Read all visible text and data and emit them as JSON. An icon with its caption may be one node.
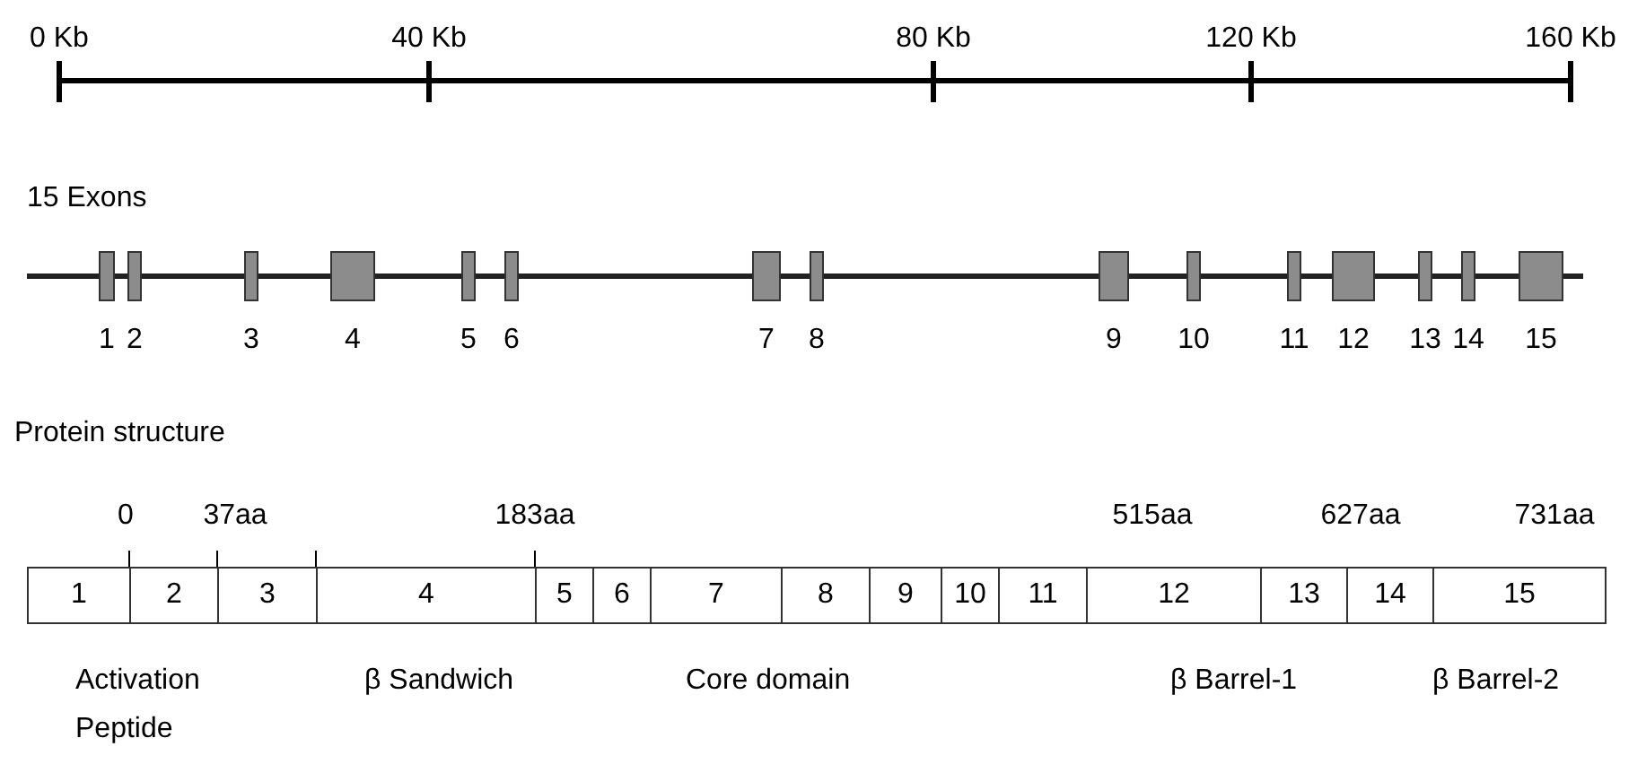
{
  "diagram": {
    "nodes": [
      {
        "text": [],
        "shape": "box",
        "beside": [
          "1"
        ]
      },
      {
        "text": [],
        "shape": "box",
        "beside": [
          "2"
        ]
      },
      {
        "text": [],
        "shape": "box",
        "beside": [
          "3"
        ]
      },
      {
        "text": [],
        "shape": "box",
        "beside": [
          "4"
        ]
      },
      {
        "text": [],
        "shape": "box",
        "beside": [
          "5"
        ]
      },
      {
        "text": [],
        "shape": "box",
        "beside": [
          "6"
        ]
      },
      {
        "text": [],
        "shape": "box",
        "beside": [
          "7"
        ]
      },
      {
        "text": [],
        "shape": "box",
        "beside": [
          "8"
        ]
      },
      {
        "text": [],
        "shape": "box",
        "beside": [
          "9"
        ]
      },
      {
        "text": [],
        "shape": "box",
        "beside": [
          "10"
        ]
      },
      {
        "text": [],
        "shape": "box",
        "beside": [
          "11"
        ]
      },
      {
        "text": [],
        "shape": "box",
        "beside": [
          "12"
        ]
      },
      {
        "text": [],
        "shape": "box",
        "beside": [
          "13"
        ]
      },
      {
        "text": [],
        "shape": "box",
        "beside": [
          "14"
        ]
      },
      {
        "text": [],
        "shape": "box",
        "beside": [
          "15"
        ]
      },
      {
        "text": [
          "1"
        ]
      },
      {
        "text": [
          "2"
        ]
      },
      {
        "text": [
          "3"
        ]
      },
      {
        "text": [
          "4"
        ]
      },
      {
        "text": [
          "5"
        ]
      },
      {
        "text": [
          "6"
        ]
      },
      {
        "text": [
          "7"
        ]
      },
      {
        "text": [
          "8"
        ]
      },
      {
        "text": [
          "9"
        ]
      },
      {
        "text": [
          "10"
        ]
      },
      {
        "text": [
          "11"
        ]
      },
      {
        "text": [
          "12"
        ]
      },
      {
        "text": [
          "13"
        ]
      },
      {
        "text": [
          "14"
        ]
      },
      {
        "text": [
          "15"
        ]
      }
    ],
    "labels": [
      "0 Kb",
      "40 Kb",
      "80 Kb",
      "120 Kb",
      "160 Kb",
      "15 Exons",
      "Protein structure",
      "0",
      "37aa",
      "183aa",
      "515aa",
      "627aa",
      "731aa",
      "Activation Peptide",
      "β Sandwich",
      "Core domain",
      "β Barrel-1",
      "β Barrel-2"
    ]
  }
}
